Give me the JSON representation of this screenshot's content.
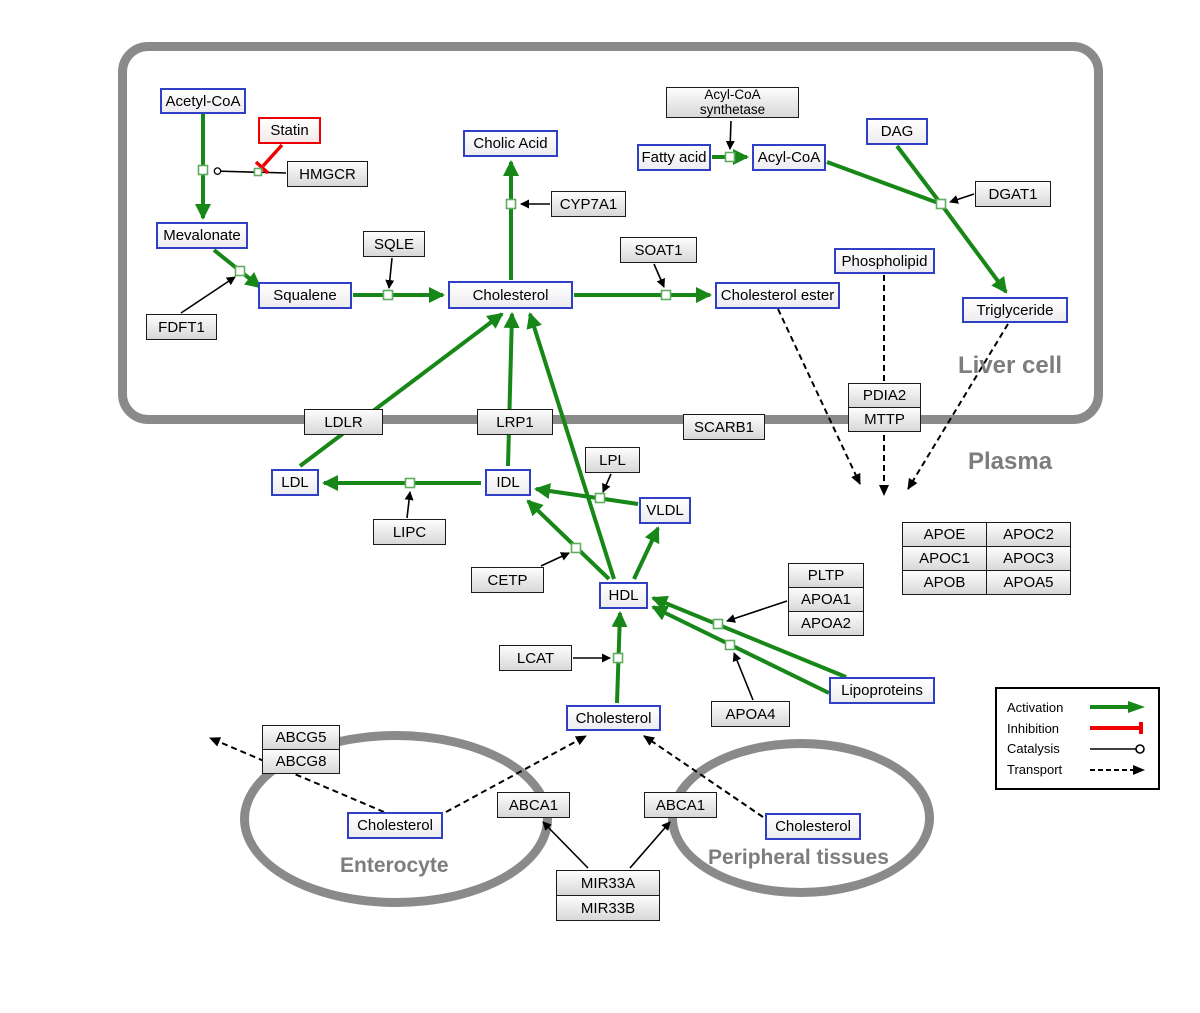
{
  "regions": {
    "liver_cell": "Liver cell",
    "plasma": "Plasma",
    "enterocyte": "Enterocyte",
    "peripheral_tissues": "Peripheral tissues"
  },
  "nodes": {
    "acetyl_coa": {
      "label": "Acetyl-CoA"
    },
    "statin": {
      "label": "Statin"
    },
    "hmgcr": {
      "label": "HMGCR"
    },
    "mevalonate": {
      "label": "Mevalonate"
    },
    "fdft1": {
      "label": "FDFT1"
    },
    "squalene": {
      "label": "Squalene"
    },
    "sqle": {
      "label": "SQLE"
    },
    "cholesterol_liver": {
      "label": "Cholesterol"
    },
    "cholic_acid": {
      "label": "Cholic Acid"
    },
    "cyp7a1": {
      "label": "CYP7A1"
    },
    "soat1": {
      "label": "SOAT1"
    },
    "cholesterol_ester": {
      "label": "Cholesterol ester"
    },
    "fatty_acid": {
      "label": "Fatty acid"
    },
    "acyl_coa_synthetase": {
      "line1": "Acyl-CoA",
      "line2": "synthetase"
    },
    "acyl_coa": {
      "label": "Acyl-CoA"
    },
    "dag": {
      "label": "DAG"
    },
    "dgat1": {
      "label": "DGAT1"
    },
    "phospholipid": {
      "label": "Phospholipid"
    },
    "triglyceride": {
      "label": "Triglyceride"
    },
    "pdia2": {
      "label": "PDIA2"
    },
    "mttp": {
      "label": "MTTP"
    },
    "ldlr": {
      "label": "LDLR"
    },
    "lrp1": {
      "label": "LRP1"
    },
    "scarb1": {
      "label": "SCARB1"
    },
    "ldl": {
      "label": "LDL"
    },
    "idl": {
      "label": "IDL"
    },
    "lipc": {
      "label": "LIPC"
    },
    "lpl": {
      "label": "LPL"
    },
    "vldl": {
      "label": "VLDL"
    },
    "cetp": {
      "label": "CETP"
    },
    "hdl": {
      "label": "HDL"
    },
    "lcat": {
      "label": "LCAT"
    },
    "pltp": {
      "label": "PLTP"
    },
    "apoa1": {
      "label": "APOA1"
    },
    "apoa2": {
      "label": "APOA2"
    },
    "apoa4": {
      "label": "APOA4"
    },
    "lipoproteins": {
      "label": "Lipoproteins"
    },
    "apoe": {
      "label": "APOE"
    },
    "apoc2": {
      "label": "APOC2"
    },
    "apoc1": {
      "label": "APOC1"
    },
    "apoc3": {
      "label": "APOC3"
    },
    "apob": {
      "label": "APOB"
    },
    "apoa5": {
      "label": "APOA5"
    },
    "cholesterol_plasma": {
      "label": "Cholesterol"
    },
    "abcg5": {
      "label": "ABCG5"
    },
    "abcg8": {
      "label": "ABCG8"
    },
    "cholesterol_enterocyte": {
      "label": "Cholesterol"
    },
    "abca1_enterocyte": {
      "label": "ABCA1"
    },
    "abca1_peripheral": {
      "label": "ABCA1"
    },
    "cholesterol_peripheral": {
      "label": "Cholesterol"
    },
    "mir33a": {
      "label": "MIR33A"
    },
    "mir33b": {
      "label": "MIR33B"
    }
  },
  "legend": {
    "activation": "Activation",
    "inhibition": "Inhibition",
    "catalysis": "Catalysis",
    "transport": "Transport"
  },
  "colors": {
    "activation_green": "#178717",
    "inhibition_red": "#ee0000",
    "metabolite_blue": "#3040c4",
    "membrane_gray": "#8a8a8a",
    "region_label_gray": "#7d7d7d"
  }
}
